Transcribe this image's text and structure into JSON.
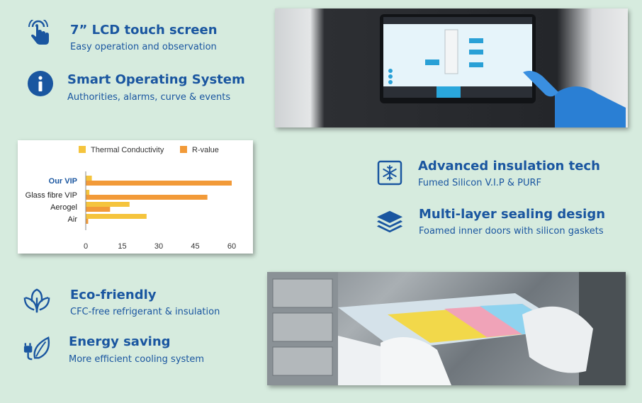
{
  "features": {
    "lcd": {
      "title": "7” LCD touch screen",
      "subtitle": "Easy operation and observation",
      "icon": "touch-hand-icon"
    },
    "os": {
      "title": "Smart Operating System",
      "subtitle": "Authorities, alarms, curve & events",
      "icon": "info-icon"
    },
    "insulation": {
      "title": "Advanced insulation tech",
      "subtitle": "Fumed Silicon V.I.P & PURF",
      "icon": "snowflake-icon"
    },
    "sealing": {
      "title": "Multi-layer sealing design",
      "subtitle": "Foamed inner doors with silicon gaskets",
      "icon": "layers-icon"
    },
    "eco": {
      "title": "Eco-friendly",
      "subtitle": "CFC-free refrigerant & insulation",
      "icon": "leaf-icon"
    },
    "energy": {
      "title": "Energy saving",
      "subtitle": "More efficient cooling system",
      "icon": "plug-leaf-icon"
    }
  },
  "colors": {
    "accent": "#1a56a0",
    "thermal": "#f5c43d",
    "rvalue": "#f29a38",
    "background": "#d6ebde"
  },
  "chart_data": {
    "type": "bar",
    "orientation": "horizontal",
    "categories": [
      "Our VIP",
      "Glass fibre VIP",
      "Aerogel",
      "Air"
    ],
    "series": [
      {
        "name": "Thermal Conductivity",
        "values": [
          2.5,
          1.5,
          18,
          25
        ]
      },
      {
        "name": "R-value",
        "values": [
          60,
          50,
          10,
          1
        ]
      }
    ],
    "xticks": [
      "0",
      "15",
      "30",
      "45",
      "60"
    ],
    "xlim": [
      0,
      60
    ],
    "legend": "top",
    "grid": false
  }
}
